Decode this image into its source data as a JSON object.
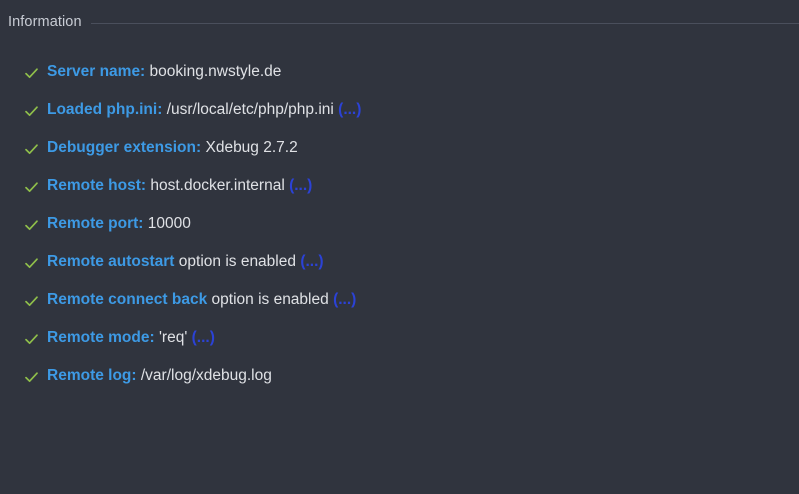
{
  "panel": {
    "group_title": "Information",
    "background_color": "#30343e",
    "rule_color": "#4a4f5c",
    "label_color": "#3d9ae5",
    "value_color": "#dfe1e5",
    "link_color": "#2b42d6",
    "check_color": "#8fbf4a"
  },
  "rows": [
    {
      "icon": "check-icon",
      "label": "Server name:",
      "value": "booking.nwstyle.de",
      "suffix": "",
      "more": ""
    },
    {
      "icon": "check-icon",
      "label": "Loaded php.ini:",
      "value": "/usr/local/etc/php/php.ini",
      "suffix": "",
      "more": "(...)"
    },
    {
      "icon": "check-icon",
      "label": "Debugger extension:",
      "value": "Xdebug 2.7.2",
      "suffix": "",
      "more": ""
    },
    {
      "icon": "check-icon",
      "label": "Remote host:",
      "value": "host.docker.internal",
      "suffix": "",
      "more": "(...)"
    },
    {
      "icon": "check-icon",
      "label": "Remote port:",
      "value": "10000",
      "suffix": "",
      "more": ""
    },
    {
      "icon": "check-icon",
      "label": "Remote autostart",
      "value": "",
      "suffix": "option is enabled",
      "more": "(...)"
    },
    {
      "icon": "check-icon",
      "label": "Remote connect back",
      "value": "",
      "suffix": "option is enabled",
      "more": "(...)"
    },
    {
      "icon": "check-icon",
      "label": "Remote mode:",
      "value": "'req'",
      "suffix": "",
      "more": "(...)"
    },
    {
      "icon": "check-icon",
      "label": "Remote log:",
      "value": "/var/log/xdebug.log",
      "suffix": "",
      "more": ""
    }
  ]
}
